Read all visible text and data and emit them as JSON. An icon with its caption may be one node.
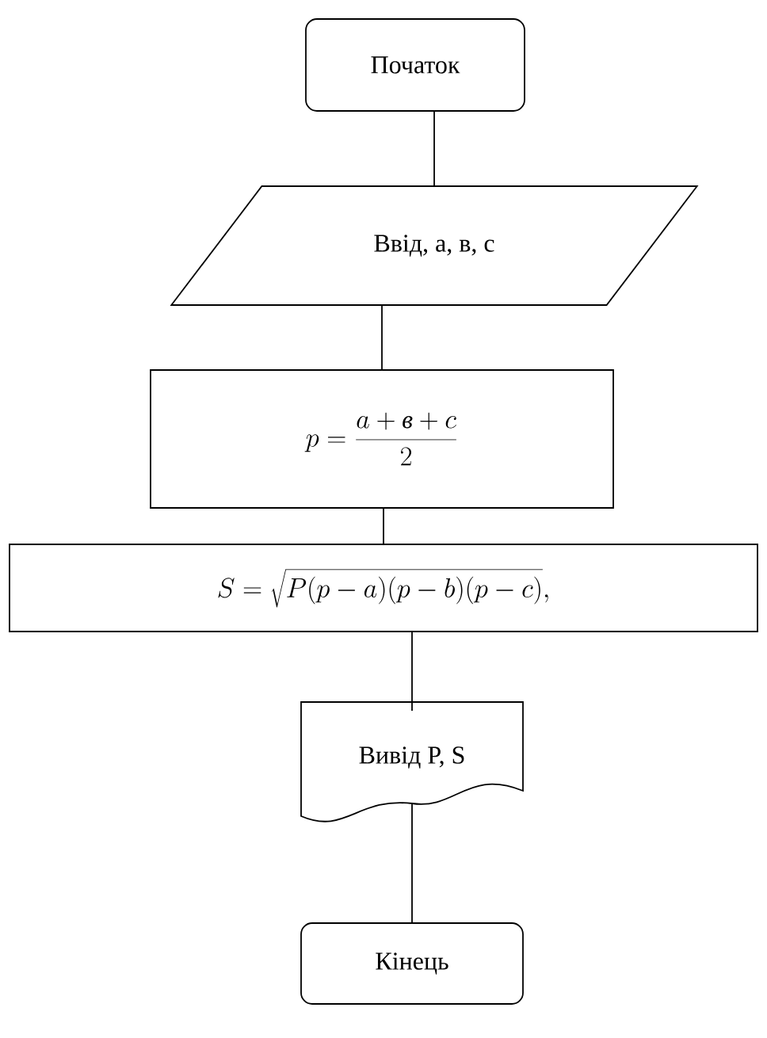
{
  "diagram": {
    "nodes": [
      {
        "text": [
          "Початок"
        ]
      },
      {
        "text": [
          "Ввід, а, в, с"
        ]
      },
      {
        "text": [
          "p=\\frac{a+\\textit{в}+c}{2}"
        ]
      },
      {
        "text": [
          "S=\\sqrt{P(p-a)(p-b)(p-c)},"
        ]
      },
      {
        "text": [
          "Вивід P, S"
        ]
      },
      {
        "text": [
          "Кінець"
        ]
      }
    ],
    "edges": [
      {
        "from": 0,
        "to": 1,
        "arrow": "none"
      },
      {
        "from": 1,
        "to": 2,
        "arrow": "none"
      },
      {
        "from": 2,
        "to": 3,
        "arrow": "none"
      },
      {
        "from": 3,
        "to": 4,
        "arrow": "none"
      },
      {
        "from": 4,
        "to": 5,
        "arrow": "none"
      }
    ]
  }
}
